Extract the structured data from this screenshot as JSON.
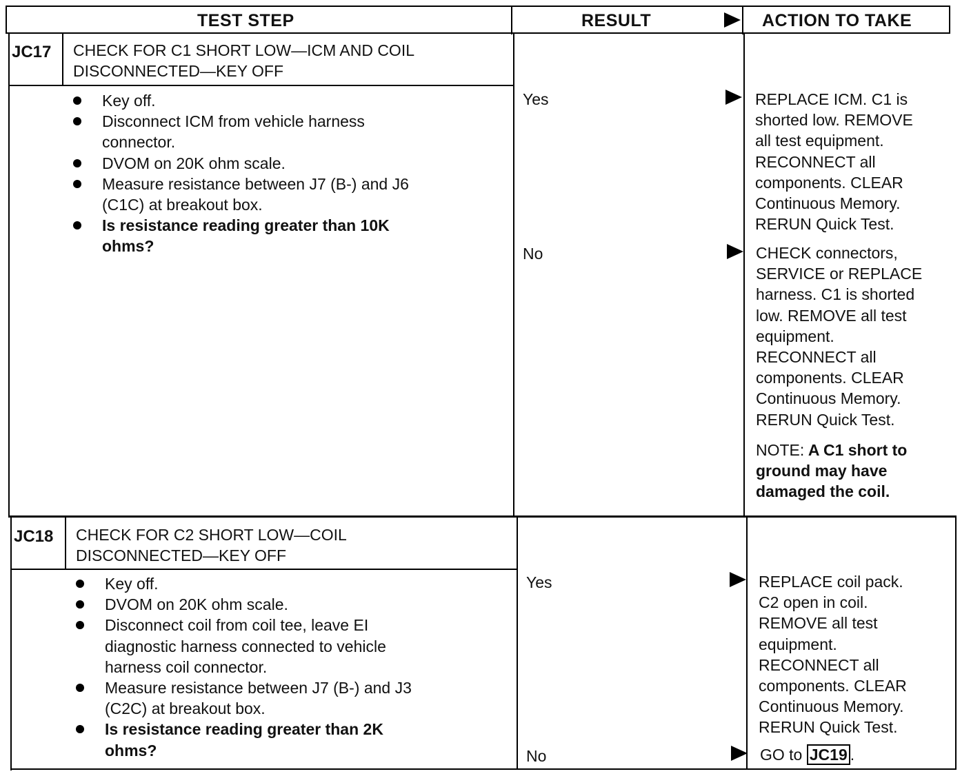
{
  "header": {
    "test_step": "TEST STEP",
    "result": "RESULT",
    "action": "ACTION TO TAKE"
  },
  "steps": [
    {
      "code": "JC17",
      "title_lines": [
        "CHECK FOR C1 SHORT LOW—ICM AND COIL",
        "DISCONNECTED—KEY OFF"
      ],
      "bullets": [
        {
          "lines": [
            "Key off."
          ],
          "bold": false
        },
        {
          "lines": [
            "Disconnect ICM from vehicle harness",
            "connector."
          ],
          "bold": false
        },
        {
          "lines": [
            "DVOM on 20K ohm scale."
          ],
          "bold": false
        },
        {
          "lines": [
            "Measure resistance between J7 (B-) and J6",
            "(C1C) at breakout box."
          ],
          "bold": false
        },
        {
          "lines": [
            "Is resistance reading greater than 10K",
            "ohms?"
          ],
          "bold": true
        }
      ],
      "results": [
        {
          "label": "Yes",
          "action_lines": [
            "REPLACE ICM. C1 is",
            "shorted low. REMOVE",
            "all test equipment.",
            "RECONNECT all",
            "components. CLEAR",
            "Continuous Memory.",
            "RERUN Quick Test."
          ]
        },
        {
          "label": "No",
          "action_lines": [
            "CHECK connectors,",
            "SERVICE or REPLACE",
            "harness. C1 is shorted",
            "low. REMOVE all test",
            "equipment.",
            "RECONNECT all",
            "components. CLEAR",
            "Continuous Memory.",
            "RERUN Quick Test."
          ],
          "note_prefix": "NOTE:",
          "note_lines": [
            " A C1 short to",
            "ground may have",
            "damaged the coil."
          ]
        }
      ]
    },
    {
      "code": "JC18",
      "title_lines": [
        "CHECK FOR C2 SHORT LOW—COIL",
        "DISCONNECTED—KEY OFF"
      ],
      "bullets": [
        {
          "lines": [
            "Key off."
          ],
          "bold": false
        },
        {
          "lines": [
            "DVOM on 20K ohm scale."
          ],
          "bold": false
        },
        {
          "lines": [
            "Disconnect coil from coil tee, leave EI",
            "diagnostic harness connected to vehicle",
            "harness coil connector."
          ],
          "bold": false
        },
        {
          "lines": [
            "Measure resistance between J7 (B-) and J3",
            "(C2C) at breakout box."
          ],
          "bold": false
        },
        {
          "lines": [
            "Is resistance reading greater than 2K",
            "ohms?"
          ],
          "bold": true
        }
      ],
      "results": [
        {
          "label": "Yes",
          "action_lines": [
            "REPLACE coil pack.",
            "C2 open in coil.",
            "REMOVE all test",
            "equipment.",
            "RECONNECT all",
            "components. CLEAR",
            "Continuous Memory.",
            "RERUN Quick Test."
          ]
        },
        {
          "label": "No",
          "action_prefix": "GO to ",
          "action_link": "JC19",
          "action_suffix": "."
        }
      ]
    }
  ]
}
